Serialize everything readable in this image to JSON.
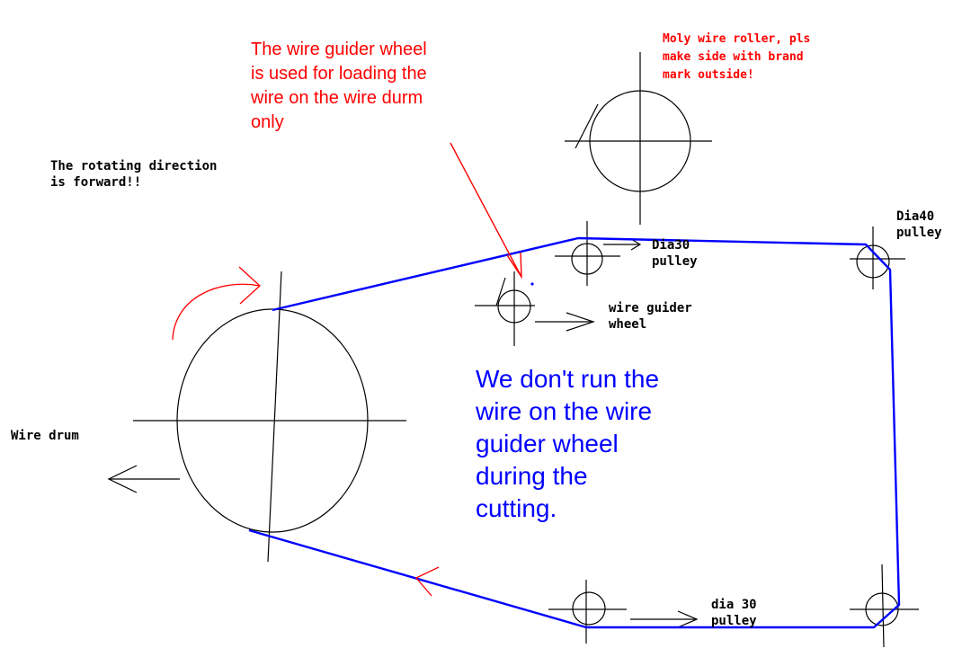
{
  "colors": {
    "background": "#ffffff",
    "wire_path": "#0000ff",
    "annotation_red": "#ff0000",
    "note_blue": "#0000ff",
    "line_black": "#000000"
  },
  "annotations": {
    "guider_note": "The wire guider wheel\nis used for loading the\nwire on the wire durm\nonly",
    "roller_note": "Moly wire roller, pls\nmake side with brand\nmark outside!",
    "rotation_note": "The rotating direction\nis forward!!",
    "run_note": "We don't run the\nwire on the wire\nguider wheel\nduring the\ncutting."
  },
  "components": {
    "wire_drum": "Wire drum",
    "pulley_dia30_top": "Dia30\npulley",
    "pulley_dia40": "Dia40\npulley",
    "guider_wheel": "wire guider\n  wheel",
    "pulley_dia30_bottom": "dia 30\npulley"
  },
  "icons": {
    "wire_drum": "large-circle-with-crosshair",
    "pulleys": "small-circle-with-crosshair",
    "direction": "arrow-right",
    "rotation": "curved-red-arrow"
  }
}
